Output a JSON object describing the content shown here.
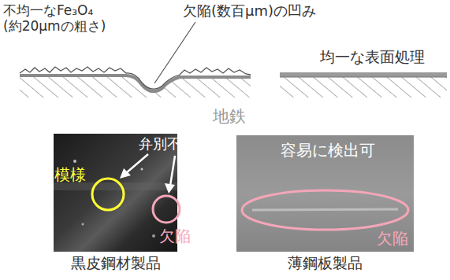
{
  "diagram": {
    "nodes": [
      {
        "text": [
          "黒皮鋼材製品"
        ]
      },
      {
        "text": [
          "模様"
        ],
        "in": 0
      },
      {
        "text": [
          "欠陥"
        ],
        "in": 0
      },
      {
        "text": [
          "薄鋼板製品"
        ]
      },
      {
        "text": [
          "欠陥"
        ],
        "in": 3
      }
    ],
    "labels": [
      "不均一なFe₃O₄ (約20μmの粗さ)",
      "欠陥(数百μm)の凹み",
      "均一な表面処理",
      "地鉄",
      "弁別不可",
      "容易に検出可"
    ]
  }
}
